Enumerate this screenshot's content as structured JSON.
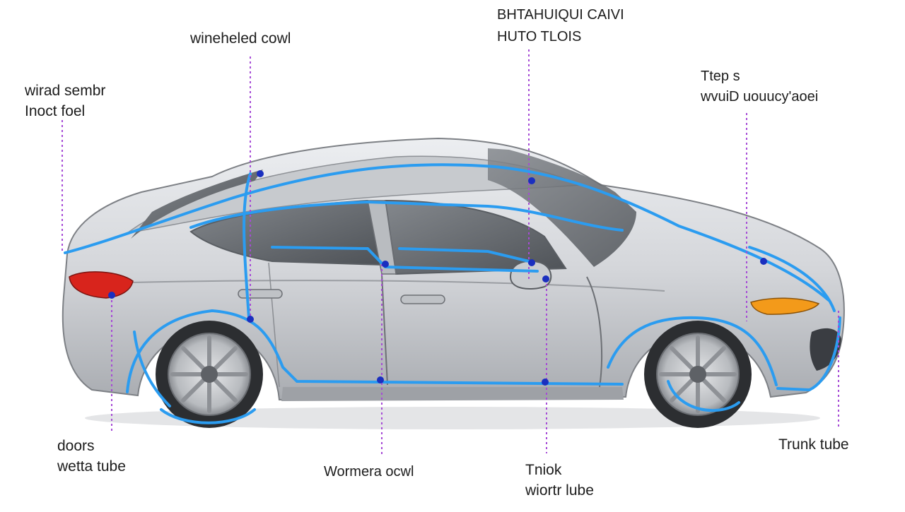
{
  "diagram": {
    "labels": [
      {
        "id": "windshield-cowl",
        "lines": [
          "wineheled cowl"
        ]
      },
      {
        "id": "top-label",
        "lines": [
          "BHTAHUIQUI CAIVI",
          "HUTO TLOIS"
        ]
      },
      {
        "id": "wired-sensor",
        "lines": [
          "wirad sembr",
          "Inoct foel"
        ]
      },
      {
        "id": "trap-label",
        "lines": [
          "Ttep s",
          "wvuiD uouucy'aoei"
        ]
      },
      {
        "id": "doors-water-tube",
        "lines": [
          "doors",
          "wetta tube"
        ]
      },
      {
        "id": "bottom-center",
        "lines": [
          "Wormera ocwl"
        ]
      },
      {
        "id": "truck-label",
        "lines": [
          "Tniok",
          "wiortr lube"
        ]
      },
      {
        "id": "trunk-tube",
        "lines": [
          "Trunk tube"
        ]
      }
    ],
    "colors": {
      "leader_line": "#a64bd6",
      "routing_line": "#2b9cf0",
      "marker": "#1a2fbf",
      "car_body": "#d2d4d8",
      "glass": "#6f7378",
      "tail_light": "#d8241c",
      "head_light": "#f39a1a"
    }
  }
}
